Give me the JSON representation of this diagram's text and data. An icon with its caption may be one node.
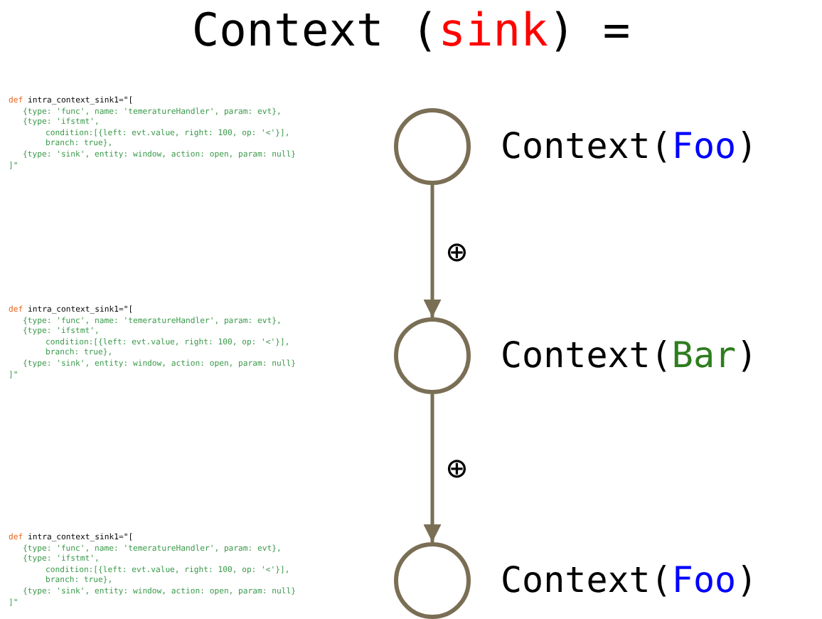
{
  "diagram": {
    "title": "Context (sink) =",
    "nodes": [
      {
        "text": [],
        "shape": "circle",
        "beside": [
          "Context(Foo)"
        ]
      },
      {
        "text": [],
        "shape": "circle",
        "beside": [
          "Context(Bar)"
        ]
      },
      {
        "text": [],
        "shape": "circle",
        "beside": [
          "Context(Foo)"
        ]
      }
    ],
    "edges": [
      {
        "from": 0,
        "to": 1,
        "arrow": "to",
        "label": "⊕"
      },
      {
        "from": 1,
        "to": 2,
        "arrow": "to",
        "label": "⊕"
      }
    ],
    "labels": [
      "def intra_context_sink1=\"[",
      "{type: 'func', name: 'temeratureHandler', param: evt},",
      "{type: 'ifstmt',",
      "condition:[{left: evt.value, right: 100, op: '<'}],",
      "branch: true},",
      "{type: 'sink', entity: window, action: open, param: null}",
      "]\"",
      "def intra_context_sink1=\"[",
      "{type: 'func', name: 'temeratureHandler', param: evt},",
      "{type: 'ifstmt',",
      "condition:[{left: evt.value, right: 100, op: '<'}],",
      "branch: true},",
      "{type: 'sink', entity: window, action: open, param: null}",
      "]\"",
      "def intra_context_sink1=\"[",
      "{type: 'func', name: 'temeratureHandler', param: evt},",
      "{type: 'ifstmt',",
      "condition:[{left: evt.value, right: 100, op: '<'}],",
      "branch: true},",
      "{type: 'sink', entity: window, action: open, param: null}",
      "]\""
    ]
  }
}
